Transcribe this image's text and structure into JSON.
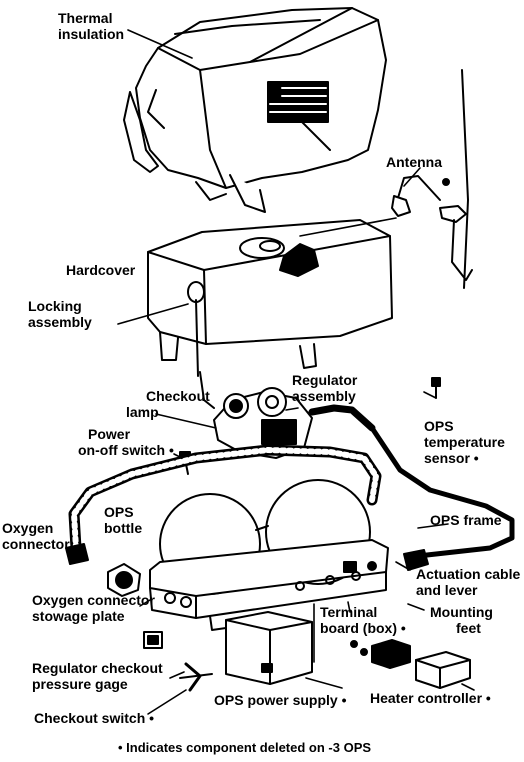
{
  "labels": {
    "thermal_insulation": [
      "Thermal",
      "insulation"
    ],
    "antenna": "Antenna",
    "hardcover": "Hardcover",
    "locking_assembly": [
      "Locking",
      "assembly"
    ],
    "checkout_lamp": [
      "Checkout",
      "lamp"
    ],
    "regulator_assembly": [
      "Regulator",
      "assembly"
    ],
    "ops_temperature_sensor": [
      "OPS",
      "temperature",
      "sensor •"
    ],
    "power_switch": [
      "Power",
      "on-off switch •"
    ],
    "ops_bottle": [
      "OPS",
      "bottle"
    ],
    "oxygen_connector": [
      "Oxygen",
      "connector"
    ],
    "ops_frame": "OPS frame",
    "actuation_cable": [
      "Actuation cable",
      "and lever"
    ],
    "oxygen_stowage_plate": [
      "Oxygen connector",
      "stowage plate"
    ],
    "mounting_feet": [
      "Mounting",
      "feet"
    ],
    "terminal_board": [
      "Terminal",
      "board (box) •"
    ],
    "regulator_gage": [
      "Regulator checkout",
      "pressure gage"
    ],
    "ops_power_supply": "OPS power supply •",
    "heater_controller": "Heater controller •",
    "checkout_switch": "Checkout switch •"
  },
  "footnote": "• Indicates component deleted on -3 OPS"
}
